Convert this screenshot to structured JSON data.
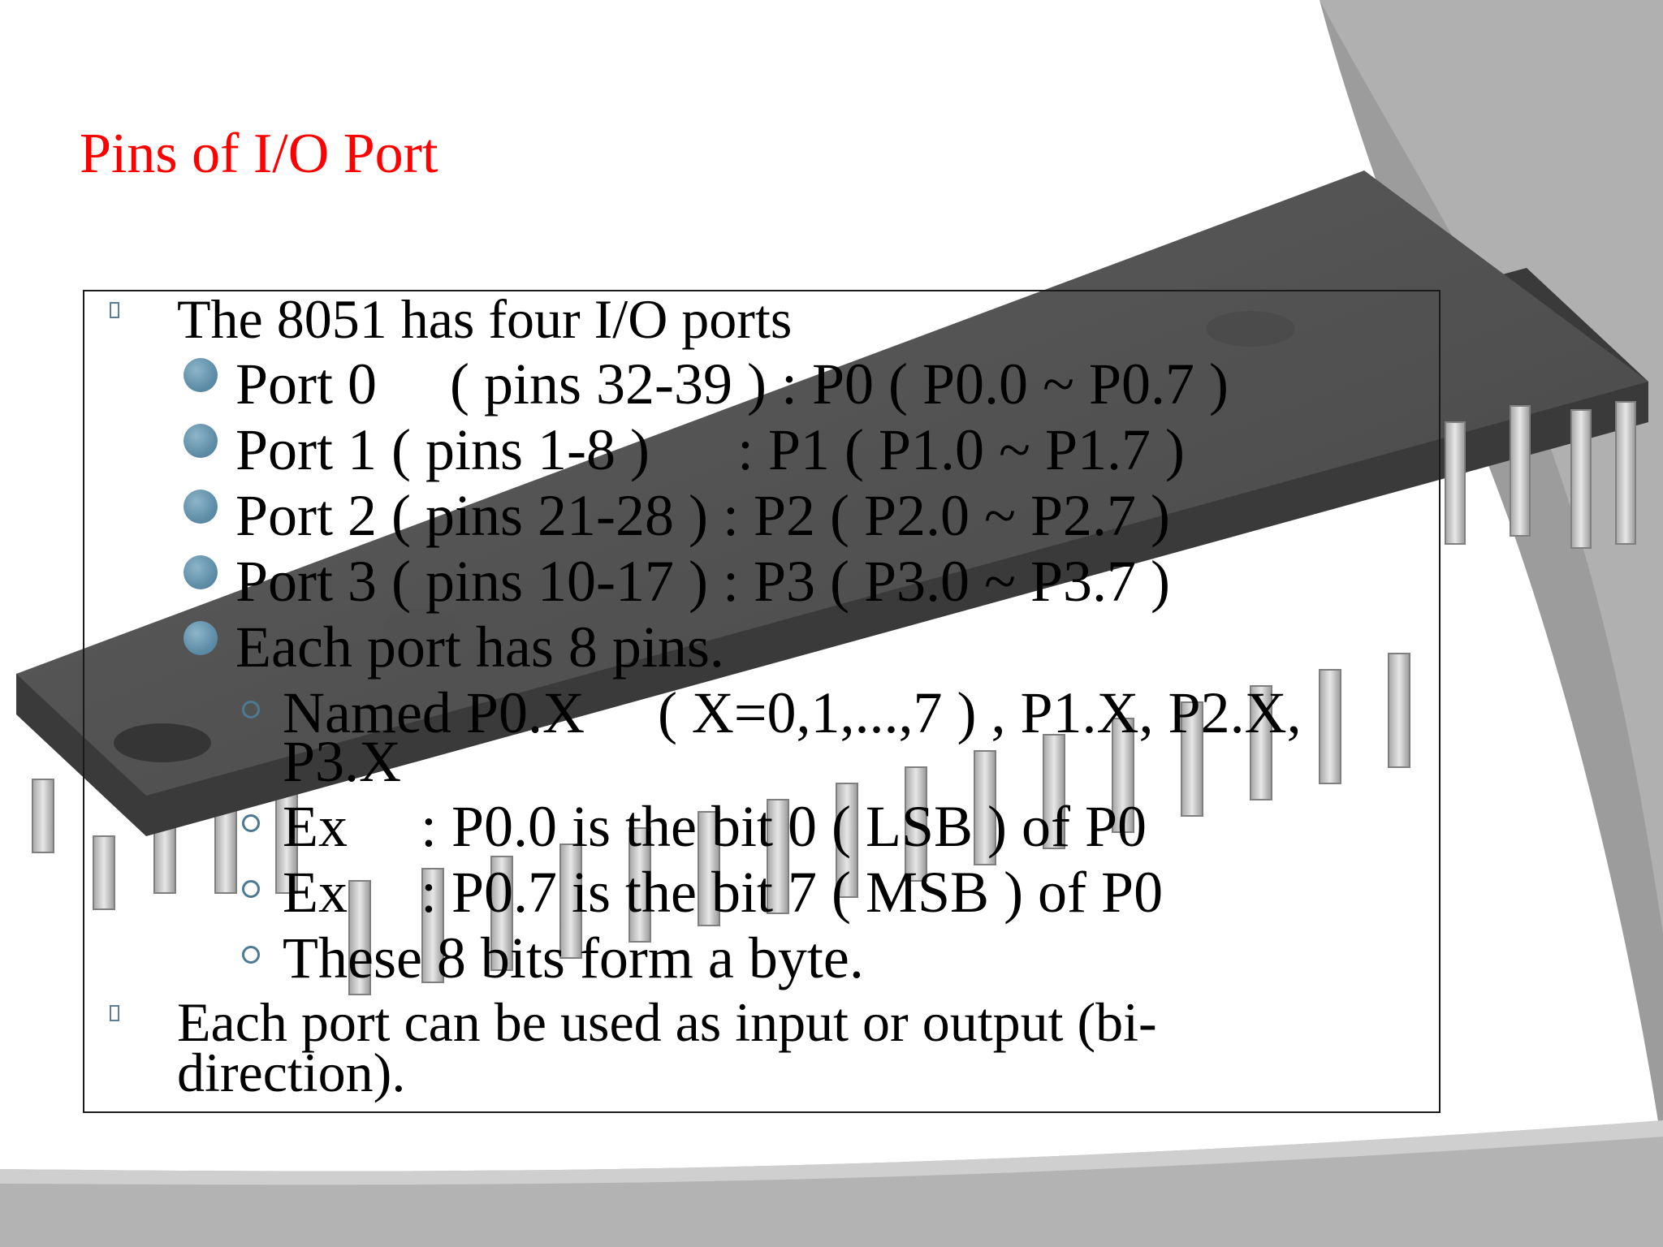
{
  "slide": {
    "title": "Pins of I/O Port",
    "title_color": "#ff0000",
    "accent_color": "#5f8ea8",
    "bullets": {
      "b1": "The 8051 has four I/O ports",
      "b1_1": "Port 0 　( pins 32-39 ) : P0 ( P0.0 ~ P0.7 )",
      "b1_2": "Port 1 ( pins 1-8 ) 　 : P1 ( P1.0 ~ P1.7 )",
      "b1_3": "Port 2 ( pins 21-28 ) : P2 ( P2.0 ~ P2.7 )",
      "b1_4": "Port 3 ( pins 10-17 ) : P3 ( P3.0 ~ P3.7 )",
      "b1_5": "Each port has 8 pins.",
      "b1_5_1_line1": "Named P0.X 　( X=0,1,...,7 ) , P1.X, P2.X,",
      "b1_5_1_line2": "P3.X",
      "b1_5_2": "Ex 　: P0.0 is the bit 0 ( LSB ) of P0",
      "b1_5_3": "Ex 　: P0.7 is the bit 7 ( MSB ) of P0",
      "b1_5_4": "These 8 bits form a byte.",
      "b2_line1": "Each port can be used as input or output (bi-",
      "b2_line2": "direction)."
    }
  }
}
